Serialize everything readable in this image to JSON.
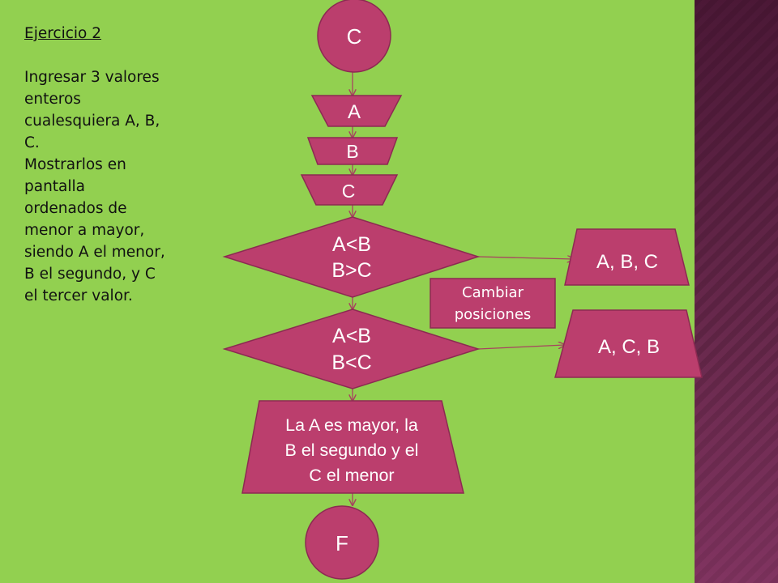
{
  "exercise": {
    "title": "Ejercicio 2",
    "body": "Ingresar 3 valores\nenteros\ncualesquiera A, B,\nC.\nMostrarlos en\npantalla\nordenados de\nmenor a mayor,\nsiendo A el menor,\nB el segundo, y C\nel tercer valor."
  },
  "flowchart": {
    "start": "C",
    "input_a": "A",
    "input_b": "B",
    "input_c": "C",
    "decision_1": [
      "A<B",
      "B>C"
    ],
    "decision_2": [
      "A<B",
      "B<C"
    ],
    "output_abc": "A, B, C",
    "output_acb": "A, C, B",
    "swap_note": [
      "Cambiar",
      "posiciones"
    ],
    "final_output": [
      "La A es mayor, la",
      "B el segundo y el",
      "C el menor"
    ],
    "end": "F"
  },
  "colors": {
    "background": "#92d050",
    "shape_fill": "#bb3e6d",
    "shape_stroke": "#8c2a52",
    "text": "#ffffff",
    "arrow": "#a7435f",
    "band": "#5e2444"
  }
}
